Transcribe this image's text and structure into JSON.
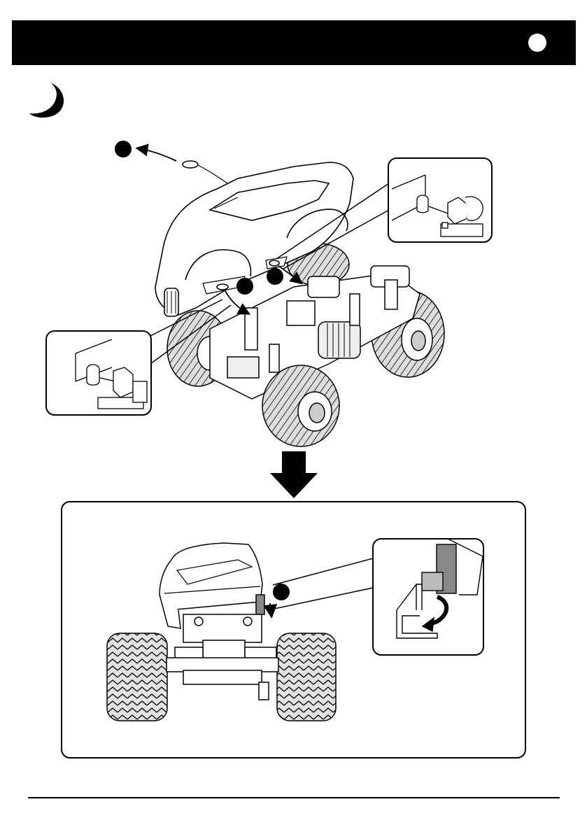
{
  "header": {
    "background_color": "#000000",
    "badge_color": "#ffffff"
  },
  "section_mark": {
    "icon": "crescent-icon"
  },
  "callouts": [
    {
      "id": "antenna-callout",
      "label": ""
    },
    {
      "id": "rear-post-callout",
      "label": ""
    },
    {
      "id": "front-post-callout",
      "label": ""
    },
    {
      "id": "clip-callout",
      "label": ""
    }
  ],
  "figure": {
    "colors": {
      "line": "#000000",
      "fill_light": "#d0d0d0",
      "fill_mid": "#888888",
      "background": "#ffffff"
    }
  }
}
